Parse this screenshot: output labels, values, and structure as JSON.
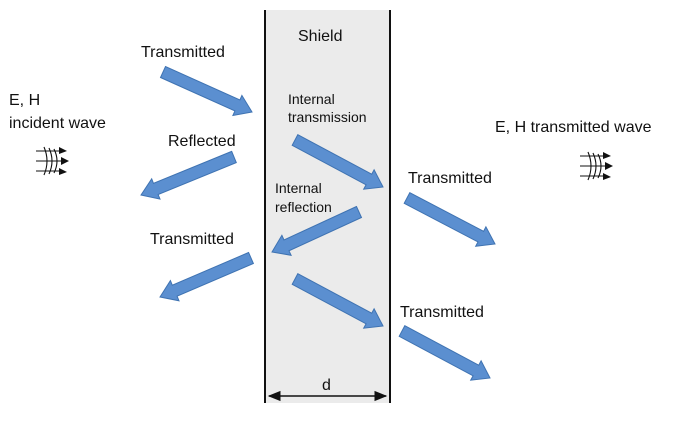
{
  "labels": {
    "shield": "Shield",
    "incident_line1": "E, H",
    "incident_line2": "incident wave",
    "transmitted_wave": "E, H transmitted wave",
    "transmitted_top": "Transmitted",
    "reflected": "Reflected",
    "transmitted_left": "Transmitted",
    "internal_transmission_line1": "Internal",
    "internal_transmission_line2": "transmission",
    "internal_reflection_line1": "Internal",
    "internal_reflection_line2": "reflection",
    "transmitted_right_1": "Transmitted",
    "transmitted_right_2": "Transmitted",
    "thickness": "d"
  },
  "colors": {
    "arrow_fill": "#5b8fd0",
    "arrow_stroke": "#3f73b2",
    "shield_fill": "#ebebeb"
  },
  "icons": {
    "incident_wave": "wavefront-icon",
    "transmitted_wave": "wavefront-icon"
  }
}
